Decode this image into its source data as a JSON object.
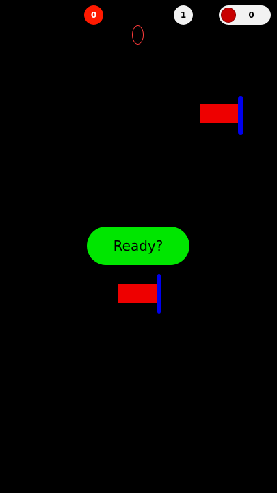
{
  "hud": {
    "lives_count": "0",
    "level_count": "1",
    "coins": {
      "icon": "coin-icon",
      "count": "0"
    }
  },
  "game": {
    "ready_label": "Ready?",
    "objects": {
      "ball": "ball-icon",
      "cannon": "cannon-icon"
    }
  },
  "colors": {
    "background": "#000000",
    "ready_button": "#00e600",
    "barrel": "#ee0000",
    "rim": "#0000ee",
    "badge_red": "#ff1a00"
  }
}
